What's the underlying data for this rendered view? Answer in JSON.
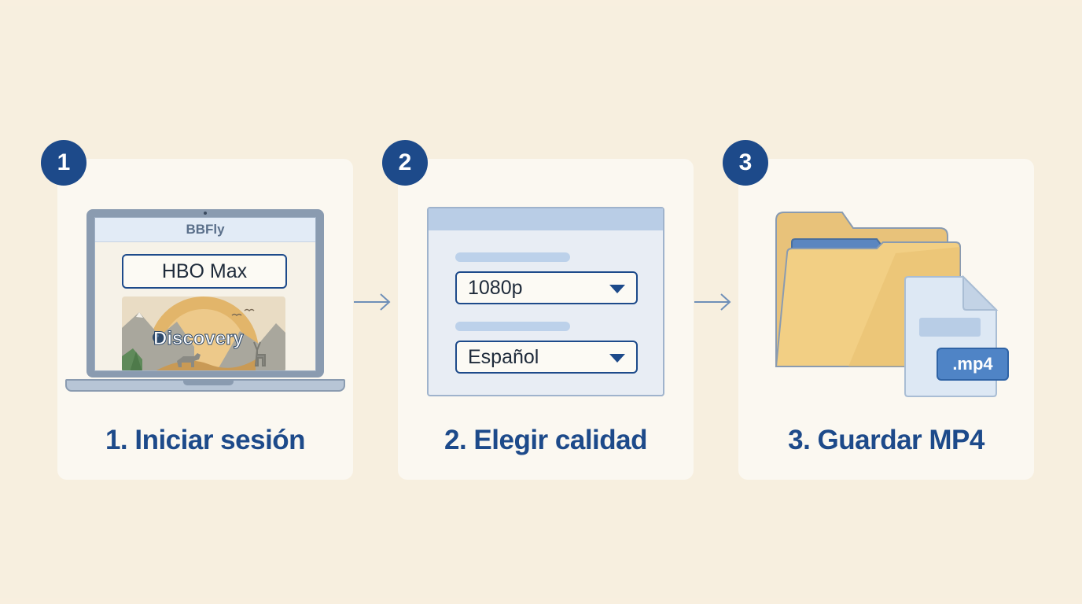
{
  "steps": [
    {
      "number": "1",
      "title": "1. Iniciar sesión",
      "app_name": "BBFly",
      "service": "HBO Max",
      "thumbnail_label": "Discovery"
    },
    {
      "number": "2",
      "title": "2. Elegir calidad",
      "quality": "1080p",
      "language": "Español"
    },
    {
      "number": "3",
      "title": "3. Guardar MP4",
      "file_ext": ".mp4"
    }
  ],
  "colors": {
    "accent": "#1d4a8a",
    "background": "#f7efdf",
    "card": "#fbf8f1",
    "folder": "#f2cf84",
    "file_badge": "#4f84c6"
  },
  "icons": [
    "laptop-icon",
    "arrow-right-icon",
    "settings-window-icon",
    "chevron-down-icon",
    "folder-icon",
    "file-icon"
  ]
}
